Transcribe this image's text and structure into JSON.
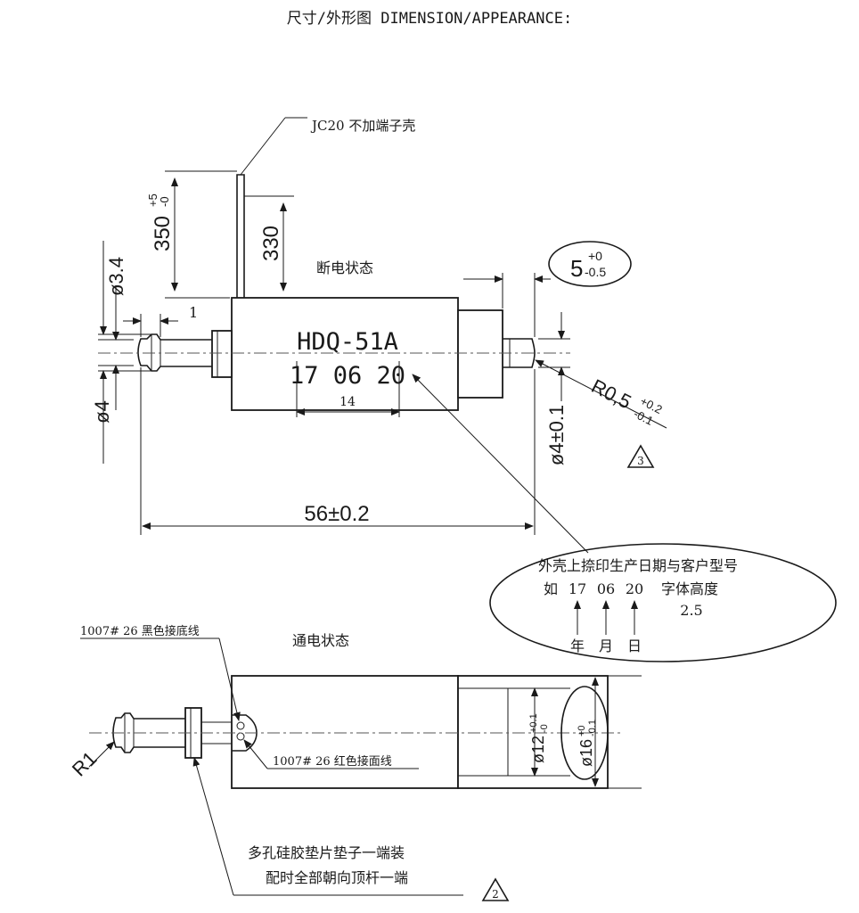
{
  "title": "尺寸/外形图 DIMENSION/APPEARANCE:",
  "top_view": {
    "state_label": "断电状态",
    "wire_note": "JC20 不加端子壳",
    "model": "HDQ-51A",
    "date_code": "17  06  20",
    "dims": {
      "wire_total": "350",
      "wire_total_tol_upper": "+5",
      "wire_total_tol_lower": "-0",
      "wire_free": "330",
      "phi_3_4": "ø3.4",
      "one": "1",
      "phi_4_left": "ø4",
      "fourteen": "14",
      "length": "56±0.2",
      "stroke_value": "5",
      "stroke_upper": "+0",
      "stroke_lower": "-0.5",
      "radius": "R0,5",
      "radius_upper": "+0.2",
      "radius_lower": "-0.1",
      "phi_4_right": "ø4±0.1",
      "note_number": "3"
    },
    "print_note": {
      "line1": "外壳上捺印生产日期与客户型号",
      "prefix": "如",
      "year": "17",
      "month": "06",
      "day": "20",
      "font_label": "字体高度",
      "font_height": "2.5",
      "year_label": "年",
      "month_label": "月",
      "day_label": "日"
    }
  },
  "bottom_view": {
    "state_label": "通电状态",
    "black_wire": "1007# 26 黑色接底线",
    "red_wire": "1007# 26 红色接面线",
    "radius": "R1",
    "phi_12": "ø12",
    "phi_12_upper": "+0.1",
    "phi_12_lower": "-0",
    "phi_16": "ø16",
    "phi_16_upper": "+0",
    "phi_16_lower": "-0.1",
    "gasket_note_line1": "多孔硅胶垫片垫子一端装",
    "gasket_note_line2": "配时全部朝向顶杆一端",
    "note_number": "2"
  }
}
